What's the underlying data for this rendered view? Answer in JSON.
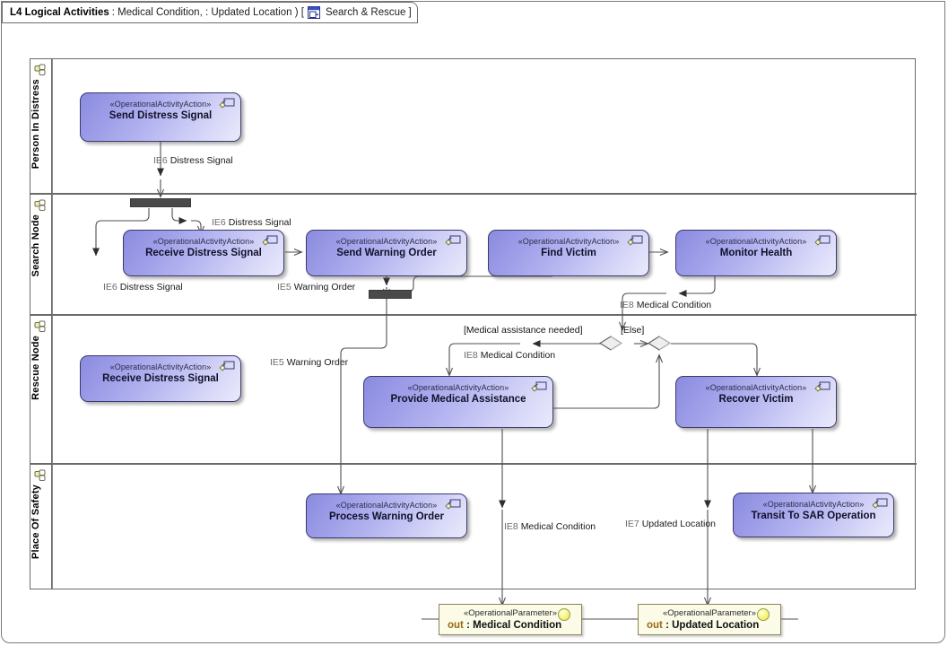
{
  "title_bar": {
    "name": "L4 Logical Activities",
    "params": ": Medical Condition,  : Updated Location ) [",
    "icon": "activity-diagram-icon",
    "context": "Search & Rescue",
    "close_bracket": "]"
  },
  "lanes": [
    {
      "id": "person-in-distress",
      "label": "Person In Distress",
      "icon": "node-icon"
    },
    {
      "id": "search-node",
      "label": "Search Node",
      "icon": "node-icon"
    },
    {
      "id": "rescue-node",
      "label": "Rescue Node",
      "icon": "node-icon"
    },
    {
      "id": "place-of-safety",
      "label": "Place Of Safety",
      "icon": "node-icon"
    }
  ],
  "actions": [
    {
      "id": "send-distress-signal",
      "stereotype": "«OperationalActivityAction»",
      "name": "Send Distress Signal",
      "lane": "person-in-distress"
    },
    {
      "id": "receive-distress-signal-1",
      "stereotype": "«OperationalActivityAction»",
      "name": "Receive Distress Signal",
      "lane": "search-node"
    },
    {
      "id": "send-warning-order",
      "stereotype": "«OperationalActivityAction»",
      "name": "Send Warning Order",
      "lane": "search-node"
    },
    {
      "id": "find-victim",
      "stereotype": "«OperationalActivityAction»",
      "name": "Find Victim",
      "lane": "search-node"
    },
    {
      "id": "monitor-health",
      "stereotype": "«OperationalActivityAction»",
      "name": "Monitor Health",
      "lane": "search-node"
    },
    {
      "id": "receive-distress-signal-2",
      "stereotype": "«OperationalActivityAction»",
      "name": "Receive Distress Signal",
      "lane": "rescue-node"
    },
    {
      "id": "provide-medical-assistance",
      "stereotype": "«OperationalActivityAction»",
      "name": "Provide Medical Assistance",
      "lane": "rescue-node"
    },
    {
      "id": "recover-victim",
      "stereotype": "«OperationalActivityAction»",
      "name": "Recover Victim",
      "lane": "rescue-node"
    },
    {
      "id": "process-warning-order",
      "stereotype": "«OperationalActivityAction»",
      "name": "Process Warning Order",
      "lane": "place-of-safety"
    },
    {
      "id": "transit-to-sar-operation",
      "stereotype": "«OperationalActivityAction»",
      "name": "Transit To SAR Operation",
      "lane": "place-of-safety"
    }
  ],
  "parameters": [
    {
      "id": "out-medical-condition",
      "stereotype": "«OperationalParameter»",
      "direction": "out",
      "name": ": Medical Condition"
    },
    {
      "id": "out-updated-location",
      "stereotype": "«OperationalParameter»",
      "direction": "out",
      "name": ": Updated Location"
    }
  ],
  "edge_labels": [
    {
      "id": "lbl-ie6-1",
      "ie": "IE6",
      "text": "Distress Signal"
    },
    {
      "id": "lbl-ie6-2",
      "ie": "IE6",
      "text": "Distress Signal"
    },
    {
      "id": "lbl-ie6-3",
      "ie": "IE6",
      "text": "Distress Signal"
    },
    {
      "id": "lbl-ie5-1",
      "ie": "IE5",
      "text": "Warning Order"
    },
    {
      "id": "lbl-ie5-2",
      "ie": "IE5",
      "text": "Warning Order"
    },
    {
      "id": "lbl-ie8-1",
      "ie": "IE8",
      "text": "Medical Condition"
    },
    {
      "id": "lbl-ie8-2",
      "ie": "IE8",
      "text": "Medical Condition"
    },
    {
      "id": "lbl-ie8-3",
      "ie": "IE8",
      "text": "Medical Condition"
    },
    {
      "id": "lbl-ie7-1",
      "ie": "IE7",
      "text": "Updated Location"
    }
  ],
  "guards": [
    {
      "id": "guard-medical",
      "text": "[Medical assistance needed]"
    },
    {
      "id": "guard-else",
      "text": "[Else]"
    }
  ],
  "colors": {
    "action_fill_dark": "#8b8be0",
    "action_fill_light": "#e9e9fc",
    "action_border": "#3a3a6e",
    "parameter_fill": "#fbfbe8",
    "parameter_border": "#8a8457",
    "edge": "#4f4f4f",
    "lane_border": "#6a6a6a",
    "bar_fill": "#4a4a4a"
  }
}
